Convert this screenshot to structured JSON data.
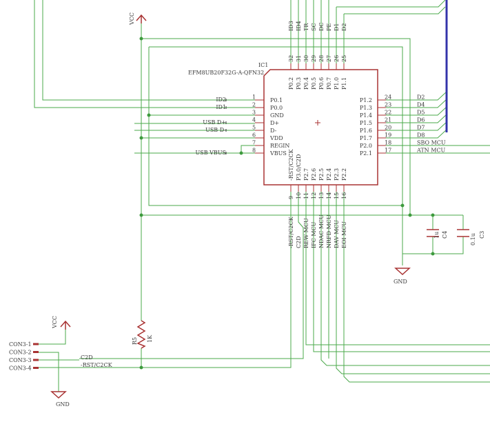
{
  "power": {
    "vcc_top": "VCC",
    "vcc_bottom": "VCC",
    "gnd_right": "GND",
    "gnd_bottom": "GND"
  },
  "ic": {
    "ref": "IC1",
    "part": "EFM8UB20F32G-A-QFN32",
    "left_pins": [
      {
        "num": "1",
        "name": "P0.1",
        "net": "ID2"
      },
      {
        "num": "2",
        "name": "P0.0",
        "net": "ID1"
      },
      {
        "num": "3",
        "name": "GND",
        "net": ""
      },
      {
        "num": "4",
        "name": "D+",
        "net": "USB D+"
      },
      {
        "num": "5",
        "name": "D-",
        "net": "USB D-"
      },
      {
        "num": "6",
        "name": "VDD",
        "net": ""
      },
      {
        "num": "7",
        "name": "REGIN",
        "net": ""
      },
      {
        "num": "8",
        "name": "VBUS",
        "net": "USB VBUS"
      }
    ],
    "right_pins": [
      {
        "num": "24",
        "name": "P1.2",
        "net": "D2"
      },
      {
        "num": "23",
        "name": "P1.3",
        "net": "D4"
      },
      {
        "num": "22",
        "name": "P1.4",
        "net": "D5"
      },
      {
        "num": "21",
        "name": "P1.5",
        "net": "D6"
      },
      {
        "num": "20",
        "name": "P1.6",
        "net": "D7"
      },
      {
        "num": "19",
        "name": "P1.7",
        "net": "D8"
      },
      {
        "num": "18",
        "name": "P2.0",
        "net": "SBO MCU"
      },
      {
        "num": "17",
        "name": "P2.1",
        "net": "ATN MCU"
      }
    ],
    "top_pins": [
      {
        "num": "32",
        "name": "P0.2",
        "net": "ID3"
      },
      {
        "num": "31",
        "name": "P0.3",
        "net": "ID4"
      },
      {
        "num": "30",
        "name": "P0.4",
        "net": "TR"
      },
      {
        "num": "29",
        "name": "P0.5",
        "net": "SC"
      },
      {
        "num": "28",
        "name": "P0.6",
        "net": "DC"
      },
      {
        "num": "27",
        "name": "P0.7",
        "net": "PE"
      },
      {
        "num": "26",
        "name": "P1.0",
        "net": "D1"
      },
      {
        "num": "25",
        "name": "P1.1",
        "net": "D2"
      }
    ],
    "bottom_pins": [
      {
        "num": "9",
        "name": "-RST/C2CK",
        "net": "-RST/C2CK"
      },
      {
        "num": "10",
        "name": "P3.0/C2D",
        "net": "C2D"
      },
      {
        "num": "11",
        "name": "P2.7",
        "net": "REW MCU"
      },
      {
        "num": "12",
        "name": "P2.6",
        "net": "IFC MCU"
      },
      {
        "num": "13",
        "name": "P2.5",
        "net": "NDAC MCU"
      },
      {
        "num": "14",
        "name": "P2.4",
        "net": "NRFD MCU"
      },
      {
        "num": "15",
        "name": "P2.3",
        "net": "DAV MCU"
      },
      {
        "num": "16",
        "name": "P2.2",
        "net": "EOI MCU"
      }
    ]
  },
  "capacitors": [
    {
      "ref": "C4",
      "value": "1u"
    },
    {
      "ref": "C3",
      "value": "0.1u"
    }
  ],
  "resistor": {
    "ref": "R5",
    "value": "1K"
  },
  "connector": {
    "pins": [
      "CON3-1",
      "CON3-2",
      "CON3-3",
      "CON3-4"
    ],
    "net_c2d": "C2D",
    "net_rst": "-RST/C2CK"
  },
  "colors": {
    "wire": "#4aa84a",
    "part": "#a83232",
    "bus": "#3333aa",
    "junction": "#3d9a3d"
  }
}
